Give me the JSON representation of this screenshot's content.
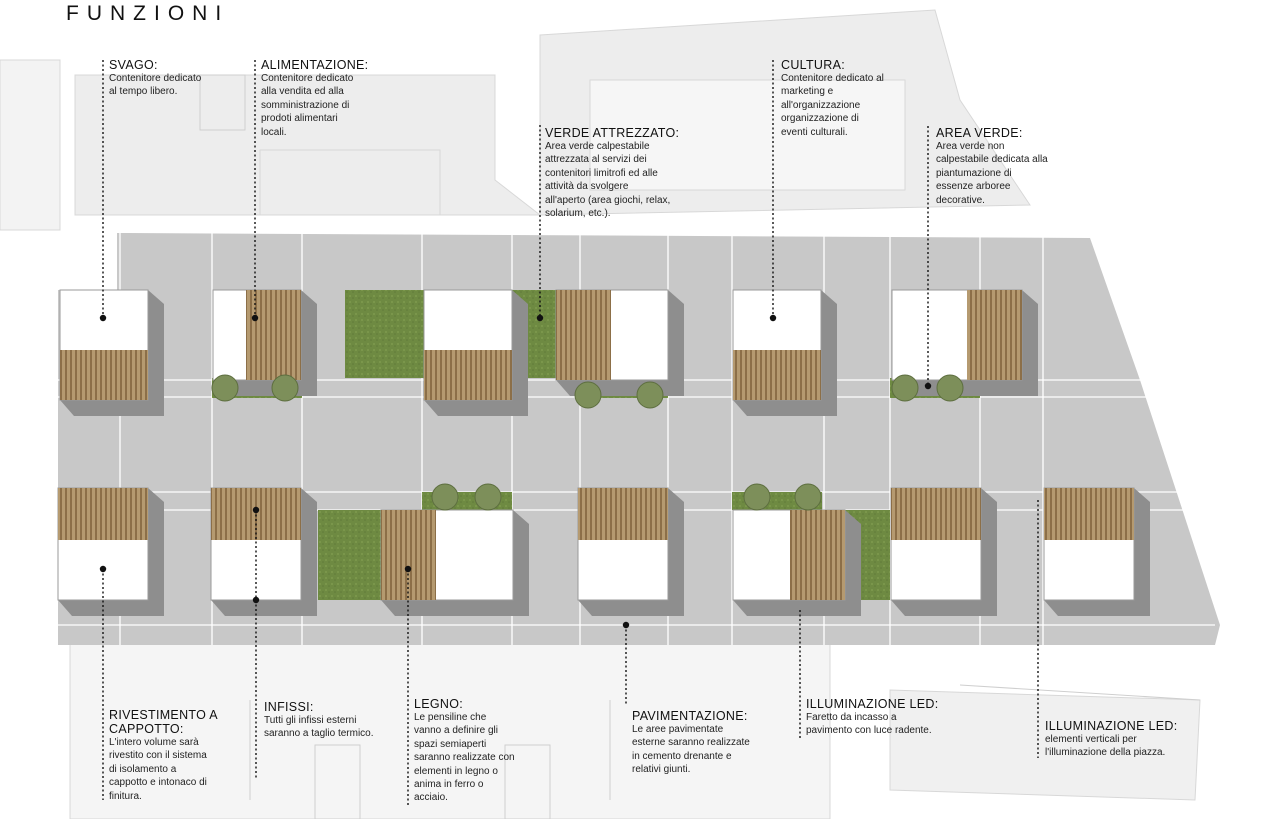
{
  "title": "FUNZIONI",
  "callouts": {
    "svago": {
      "title": "SVAGO:",
      "desc": "Contenitore dedicato\nal tempo libero."
    },
    "alimentazione": {
      "title": "ALIMENTAZIONE:",
      "desc": "Contenitore dedicato\nalla vendita ed alla\nsomministrazione di\nprodoti alimentari\nlocali."
    },
    "verde_attrezzato": {
      "title": "VERDE ATTREZZATO:",
      "desc": "Area verde calpestabile\nattrezzata al servizi dei\ncontenitori limitrofi ed alle\nattività da svolgere\nall'aperto (area giochi, relax,\nsolarium, etc.)."
    },
    "cultura": {
      "title": "CULTURA:",
      "desc": "Contenitore dedicato al\nmarketing e\nall'organizzazione\norganizzazione di\neventi culturali."
    },
    "area_verde": {
      "title": "AREA VERDE:",
      "desc": "Area verde non\ncalpestabile dedicata alla\npiantumazione di\nessenze arboree\ndecorative."
    },
    "rivestimento": {
      "title": "RIVESTIMENTO A\nCAPPOTTO:",
      "desc": "L'intero volume sarà\nrivestito con il sistema\ndi  isolamento a\ncappotto e intonaco di\nfinitura."
    },
    "infissi": {
      "title": "INFISSI:",
      "desc": "Tutti gli infissi esterni\nsaranno a taglio termico."
    },
    "legno": {
      "title": "LEGNO:",
      "desc": "Le pensiline che\nvanno a definire gli\nspazi semiaperti\nsaranno realizzate con\nelementi in legno o\nanima in ferro o\nacciaio."
    },
    "pavimentazione": {
      "title": "PAVIMENTAZIONE:",
      "desc": "Le aree pavimentate\nesterne saranno realizzate\nin cemento drenante e\nrelativi giunti."
    },
    "led_faretto": {
      "title": "ILLUMINAZIONE LED:",
      "desc": "Faretto da incasso a\npavimento con luce radente."
    },
    "led_verticali": {
      "title": "ILLUMINAZIONE LED:",
      "desc": "elementi verticali per\nl'illuminazione della piazza."
    }
  },
  "colors": {
    "paving": "#c9c9c9",
    "grass": "#6f8a43",
    "wood": "#a98c63",
    "building": "#ffffff",
    "shadow": "#8a8a8a",
    "context": "#ececec"
  }
}
